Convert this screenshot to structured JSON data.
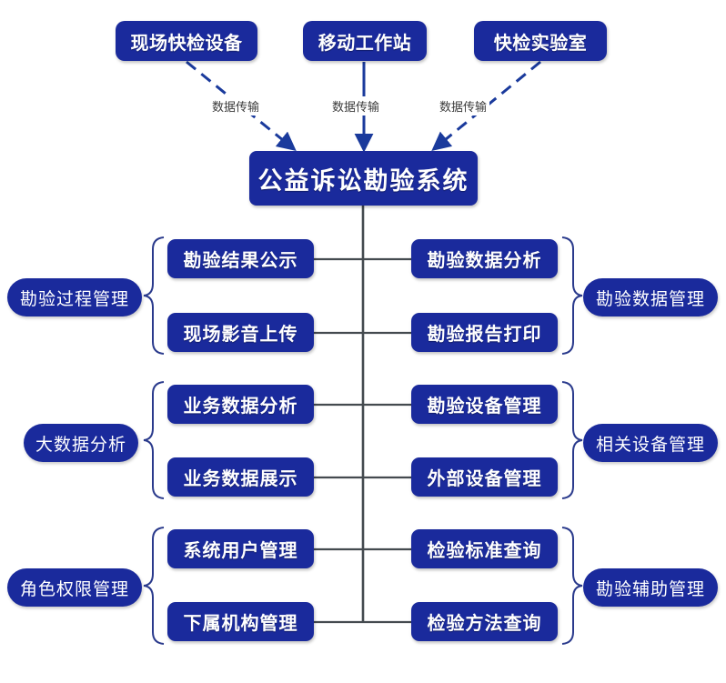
{
  "theme": {
    "node_fill": "#1a2a9c",
    "node_text": "#ffffff",
    "canvas_bg": "#ffffff",
    "connector": "#444a4f",
    "arrow": "#1a3a9c",
    "brace": "#2a3a8c",
    "edge_label_text": "#3a3a3a"
  },
  "sources": [
    {
      "label": "现场快检设备",
      "edge_label": "数据传输"
    },
    {
      "label": "移动工作站",
      "edge_label": "数据传输"
    },
    {
      "label": "快检实验室",
      "edge_label": "数据传输"
    }
  ],
  "system": {
    "label": "公益诉讼勘验系统"
  },
  "groups": {
    "left": [
      {
        "label": "勘验过程管理",
        "items": [
          "勘验结果公示",
          "现场影音上传"
        ]
      },
      {
        "label": "大数据分析",
        "items": [
          "业务数据分析",
          "业务数据展示"
        ]
      },
      {
        "label": "角色权限管理",
        "items": [
          "系统用户管理",
          "下属机构管理"
        ]
      }
    ],
    "right": [
      {
        "label": "勘验数据管理",
        "items": [
          "勘验数据分析",
          "勘验报告打印"
        ]
      },
      {
        "label": "相关设备管理",
        "items": [
          "勘验设备管理",
          "外部设备管理"
        ]
      },
      {
        "label": "勘验辅助管理",
        "items": [
          "检验标准查询",
          "检验方法查询"
        ]
      }
    ]
  }
}
